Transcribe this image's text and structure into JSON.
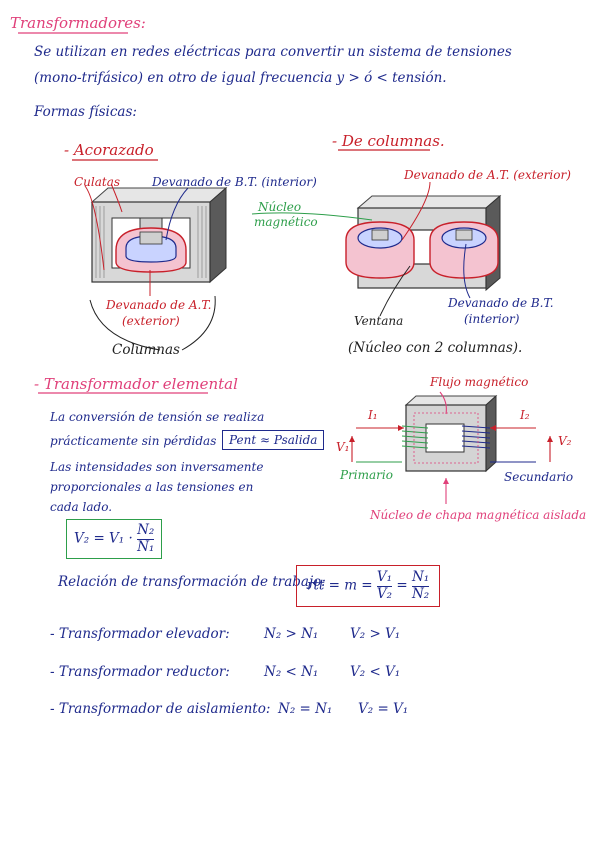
{
  "page": {
    "title": "Transformadores:",
    "intro_line1": "Se utilizan en redes eléctricas para convertir un sistema de tensiones",
    "intro_line2": "(mono-trifásico) en otro de igual frecuencia y > ó < tensión.",
    "formas": "Formas físicas:"
  },
  "acorazado": {
    "heading": "- Acorazado",
    "culatas": "Culatas",
    "devanado_bt": "Devanado de B.T. (interior)",
    "devanado_at_1": "Devanado de A.T.",
    "devanado_at_2": "(exterior)",
    "columnas": "Columnas"
  },
  "columnas_type": {
    "heading": "- De columnas.",
    "nucleo_1": "Núcleo",
    "nucleo_2": "magnético",
    "devanado_at": "Devanado de A.T. (exterior)",
    "devanado_bt_1": "Devanado de B.T.",
    "devanado_bt_2": "(interior)",
    "ventana": "Ventana",
    "note": "(Núcleo con 2 columnas)."
  },
  "elemental": {
    "heading": "- Transformador elemental",
    "text1": "La conversión de tensión se realiza",
    "text2": "prácticamente sin pérdidas",
    "pent": "Pent ≈ Psalida",
    "text3": "Las intensidades son inversamente",
    "text4": "proporcionales a las tensiones en",
    "text5": "cada lado.",
    "formula_lhs": "V₂ = V₁ ·",
    "formula_num": "N₂",
    "formula_den": "N₁",
    "flujo": "Flujo magnético",
    "i1": "I₁",
    "i2": "I₂",
    "v1": "V₁",
    "v2": "V₂",
    "primario": "Primario",
    "secundario": "Secundario",
    "nucleo_chapa": "Núcleo de chapa magnética aislada"
  },
  "relacion": {
    "label": "Relación de transformación de trabajo:",
    "rtt": "rtt = m =",
    "f1_num": "V₁",
    "f1_den": "V₂",
    "eq": "=",
    "f2_num": "N₁",
    "f2_den": "N₂"
  },
  "types": [
    {
      "name": "- Transformador elevador:",
      "rel1": "N₂ > N₁",
      "rel2": "V₂ > V₁"
    },
    {
      "name": "- Transformador reductor:",
      "rel1": "N₂ < N₁",
      "rel2": "V₂ < V₁"
    },
    {
      "name": "- Transformador de aislamiento:",
      "rel1": "N₂ = N₁",
      "rel2": "V₂ = V₁"
    }
  ],
  "colors": {
    "ink_blue": "#1f2a8c",
    "ink_pink": "#e0407a",
    "ink_red": "#c8202a",
    "ink_green": "#2d9e4a",
    "core_gray": "#8a8a8a"
  }
}
